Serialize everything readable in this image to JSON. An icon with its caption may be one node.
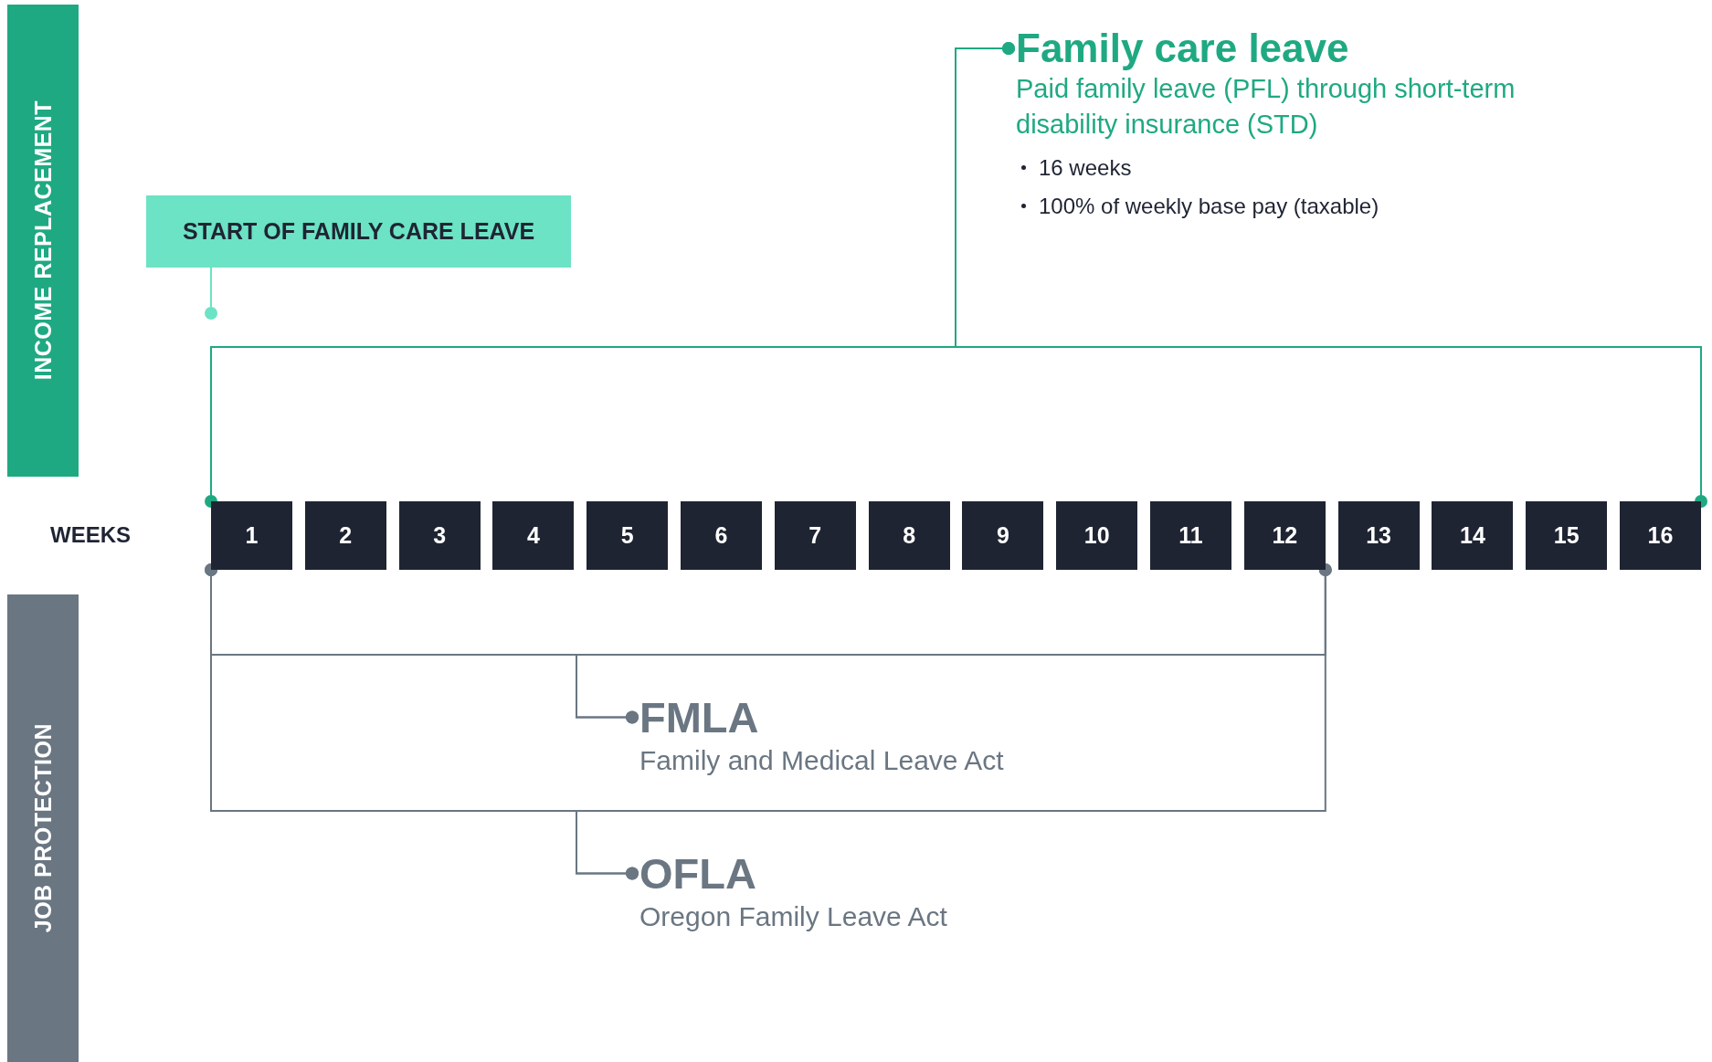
{
  "diagram": {
    "nodes": [
      {
        "text": [
          "INCOME REPLACEMENT"
        ]
      },
      {
        "text": [
          "Family care leave",
          "Paid family leave (PFL) through short-term disability insurance (STD)",
          "16 weeks",
          "100% of weekly base pay (taxable)"
        ]
      },
      {
        "text": [
          "START OF FAMILY CARE LEAVE"
        ]
      },
      {
        "text": [],
        "shape": "circle"
      },
      {
        "text": [
          "1"
        ]
      },
      {
        "text": [
          "2"
        ]
      },
      {
        "text": [
          "3"
        ]
      },
      {
        "text": [
          "4"
        ]
      },
      {
        "text": [
          "5"
        ]
      },
      {
        "text": [
          "6"
        ]
      },
      {
        "text": [
          "7"
        ]
      },
      {
        "text": [
          "8"
        ]
      },
      {
        "text": [
          "9"
        ]
      },
      {
        "text": [
          "10"
        ]
      },
      {
        "text": [
          "11"
        ]
      },
      {
        "text": [
          "12"
        ]
      },
      {
        "text": [
          "13"
        ]
      },
      {
        "text": [
          "14"
        ]
      },
      {
        "text": [
          "15"
        ]
      },
      {
        "text": [
          "16"
        ]
      },
      {
        "text": [
          "JOB PROTECTION"
        ]
      },
      {
        "text": [
          "FMLA",
          "Family and Medical Leave Act"
        ]
      },
      {
        "text": [
          "OFLA",
          "Oregon Family Leave Act"
        ]
      }
    ],
    "edges": [
      {
        "from": 2,
        "to": 3,
        "arrow": "none",
        "color": "#6be3c4"
      },
      {
        "from": 4,
        "to": 1,
        "arrow": "other",
        "color": "#1fa982"
      },
      {
        "from": 19,
        "to": 1,
        "arrow": "other",
        "color": "#1fa982"
      },
      {
        "from": 4,
        "to": 21,
        "arrow": "other"
      },
      {
        "from": 15,
        "to": 21,
        "arrow": "other"
      },
      {
        "from": 4,
        "to": 22,
        "arrow": "other"
      },
      {
        "from": 15,
        "to": 22,
        "arrow": "other"
      }
    ],
    "labels": [
      "WEEKS"
    ]
  }
}
